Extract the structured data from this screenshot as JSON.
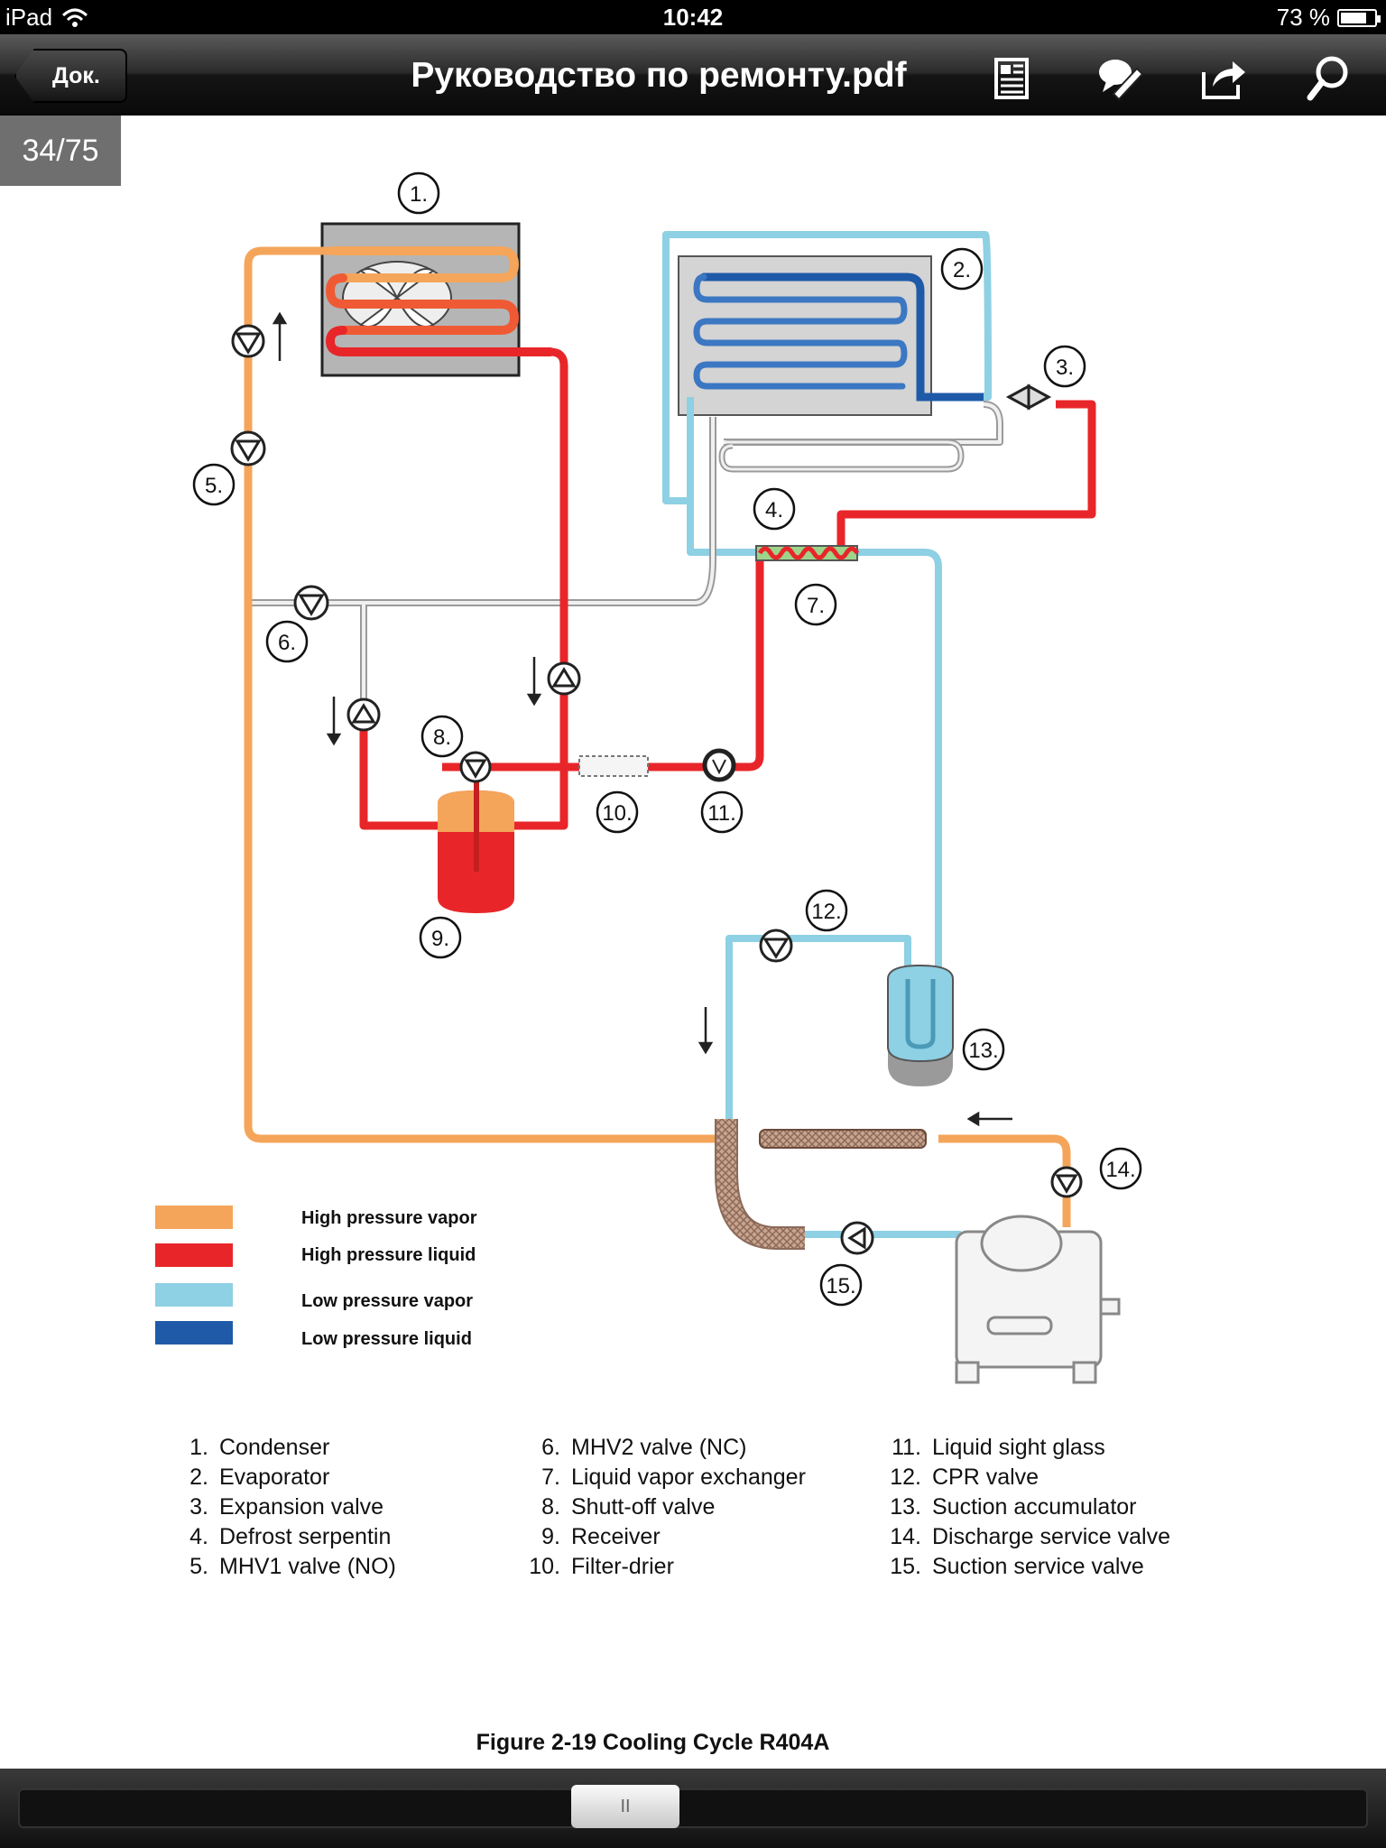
{
  "status": {
    "device": "iPad",
    "time": "10:42",
    "battery": "73 %"
  },
  "nav": {
    "back": "Док.",
    "title": "Руководство по ремонту.pdf"
  },
  "page": {
    "indicator": "34/75"
  },
  "diagram": {
    "callouts": [
      "1.",
      "2.",
      "3.",
      "4.",
      "5.",
      "6.",
      "7.",
      "8.",
      "9.",
      "10.",
      "11.",
      "12.",
      "13.",
      "14.",
      "15."
    ],
    "legend": [
      {
        "label": "High pressure vapor",
        "color": "#f4a55a"
      },
      {
        "label": "High pressure liquid",
        "color": "#e8262a"
      },
      {
        "label": "Low pressure vapor",
        "color": "#8ed0e4"
      },
      {
        "label": "Low pressure liquid",
        "color": "#1f5aa8"
      }
    ]
  },
  "components": [
    {
      "n": "1.",
      "name": "Condenser"
    },
    {
      "n": "2.",
      "name": "Evaporator"
    },
    {
      "n": "3.",
      "name": "Expansion valve"
    },
    {
      "n": "4.",
      "name": "Defrost serpentin"
    },
    {
      "n": "5.",
      "name": "MHV1 valve (NO)"
    },
    {
      "n": "6.",
      "name": "MHV2 valve (NC)"
    },
    {
      "n": "7.",
      "name": "Liquid vapor exchanger"
    },
    {
      "n": "8.",
      "name": "Shutt-off valve"
    },
    {
      "n": "9.",
      "name": "Receiver"
    },
    {
      "n": "10.",
      "name": "Filter-drier"
    },
    {
      "n": "11.",
      "name": "Liquid sight glass"
    },
    {
      "n": "12.",
      "name": "CPR valve"
    },
    {
      "n": "13.",
      "name": "Suction accumulator"
    },
    {
      "n": "14.",
      "name": "Discharge service valve"
    },
    {
      "n": "15.",
      "name": "Suction service valve"
    }
  ],
  "caption": "Figure 2-19 Cooling Cycle  R404A",
  "scrubber": {
    "thumb": "II"
  }
}
